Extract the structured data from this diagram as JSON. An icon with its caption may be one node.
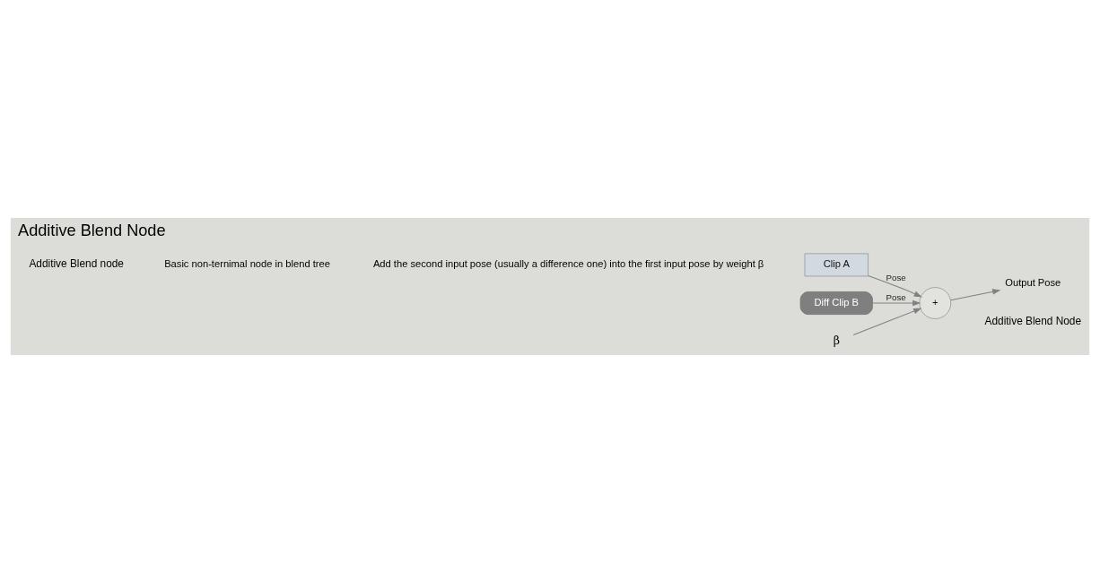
{
  "diagram": {
    "title": "Additive Blend Node",
    "caption": "Additive Blend Node",
    "nodes": [
      {
        "text": [
          "Clip A"
        ]
      },
      {
        "text": [
          "Diff Clip B"
        ]
      },
      {
        "text": [
          "+"
        ]
      },
      {
        "text": [
          "β"
        ]
      },
      {
        "text": [
          "Output Pose"
        ]
      }
    ],
    "edges": [
      {
        "from": 0,
        "to": 2,
        "arrow": "to",
        "label": "Pose"
      },
      {
        "from": 1,
        "to": 2,
        "arrow": "to",
        "label": "Pose"
      },
      {
        "from": 3,
        "to": 2,
        "arrow": "to"
      },
      {
        "from": 2,
        "to": 4,
        "arrow": "to"
      }
    ],
    "labels": [
      "Additive Blend node",
      "Basic non-ternimal node in blend tree",
      "Add the second input pose (usually a difference one) into the first input pose by weight β"
    ]
  }
}
